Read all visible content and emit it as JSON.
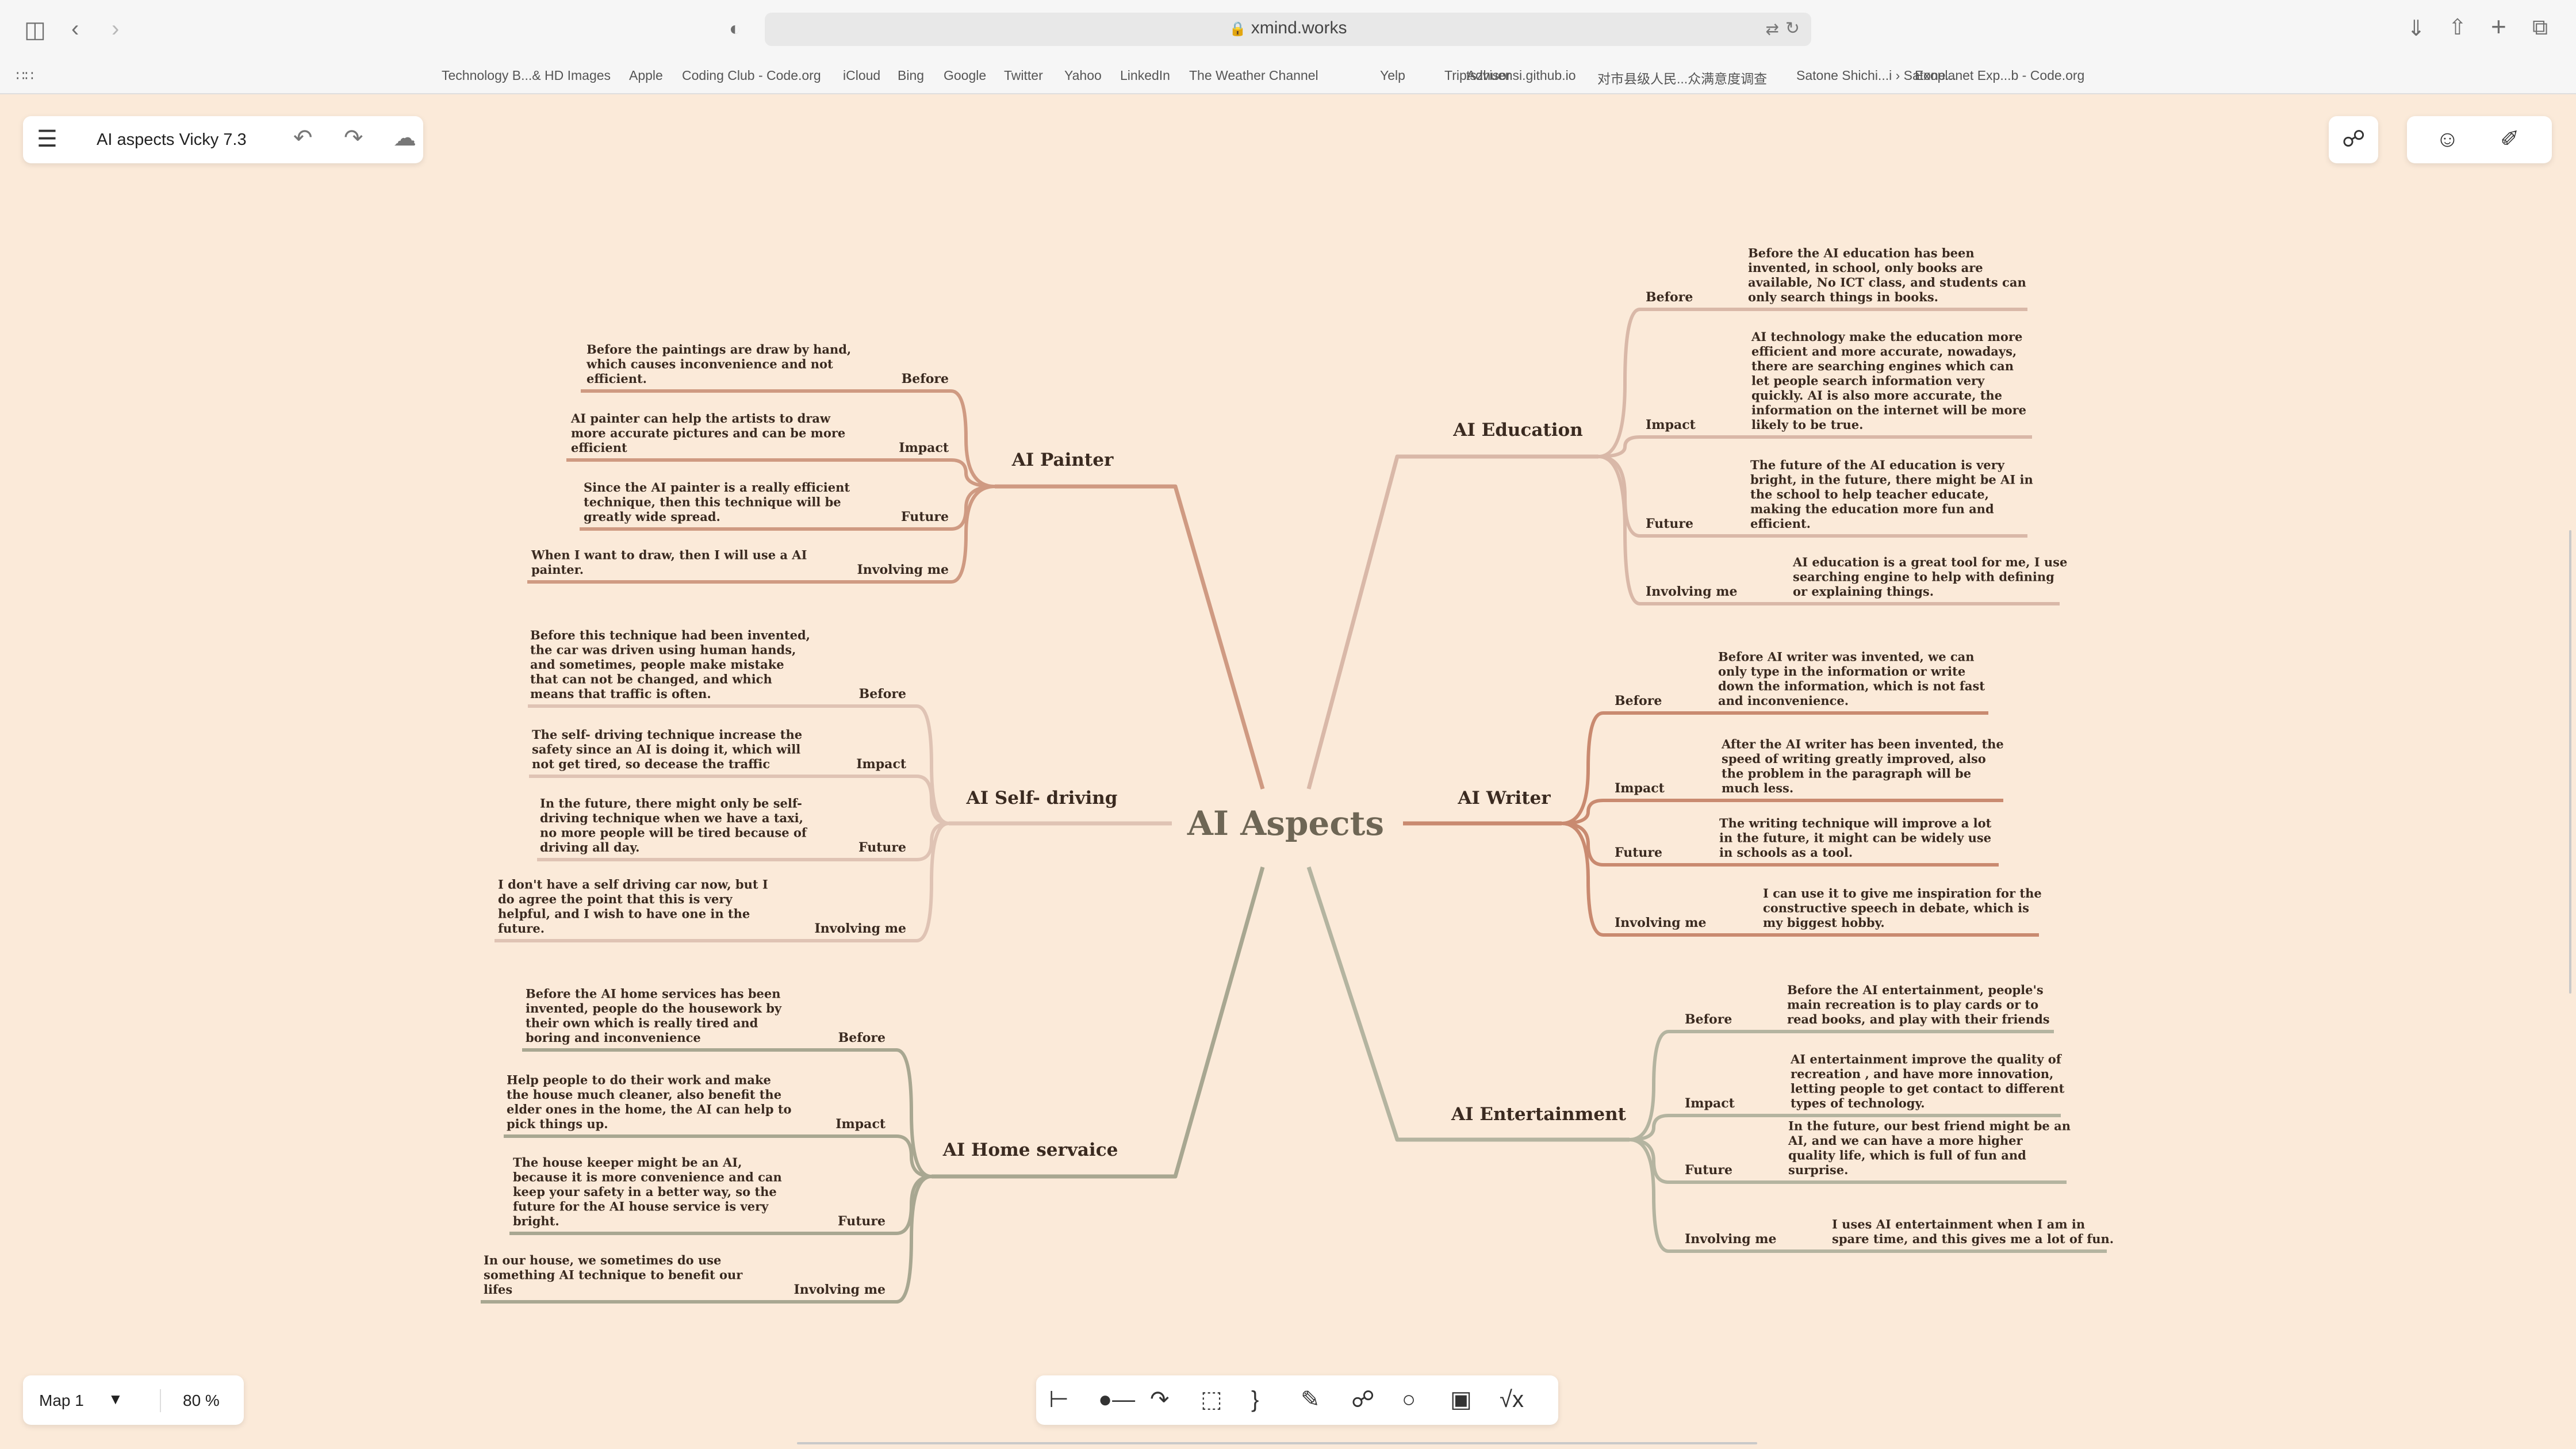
{
  "browser": {
    "url": "xmind.works",
    "bookmarks": [
      "Technology B...& HD Images",
      "Apple",
      "Coding Club - Code.org",
      "iCloud",
      "Bing",
      "Google",
      "Twitter",
      "Yahoo",
      "LinkedIn",
      "The Weather Channel",
      "Yelp",
      "TripAdvisor",
      "tszhuensi.github.io",
      "对市县级人民...众满意度调查",
      "Satone Shichi...i › Satone...",
      "Exoplanet Exp...b - Code.org"
    ]
  },
  "toolbar": {
    "file_name": "AI aspects Vicky 7.3"
  },
  "footer": {
    "map_name": "Map 1",
    "zoom": "80 %"
  },
  "colors": {
    "background": "#fbead9",
    "painter": "#cf9a82",
    "selfdriving": "#dfc3b4",
    "home": "#a8a791",
    "education": "#d9b8a8",
    "writer": "#c98a70",
    "entertainment": "#b4b4a0"
  },
  "map": {
    "central": "AI Aspects",
    "branches": [
      {
        "key": "painter",
        "title": "AI Painter",
        "children": [
          {
            "label": "Before",
            "note": [
              "Before the paintings are draw by hand,",
              "which causes inconvenience and not",
              "efficient."
            ]
          },
          {
            "label": "Impact",
            "note": [
              "AI painter can help the artists to draw",
              "more accurate pictures and can be more",
              "efficient"
            ]
          },
          {
            "label": "Future",
            "note": [
              "Since the AI painter is a really efficient",
              "technique, then this technique will be",
              "greatly wide spread."
            ]
          },
          {
            "label": "Involving me",
            "note": [
              "When I want to draw, then I will use a AI",
              "painter."
            ]
          }
        ]
      },
      {
        "key": "selfdriving",
        "title": "AI Self- driving",
        "children": [
          {
            "label": "Before",
            "note": [
              "Before this technique had been invented,",
              "the car was driven using human hands,",
              "and sometimes, people make mistake",
              "that can not be changed, and which",
              "means that traffic is often."
            ]
          },
          {
            "label": "Impact",
            "note": [
              "The self- driving technique increase the",
              "safety since an AI is doing it, which will",
              "not get tired, so decease the traffic"
            ]
          },
          {
            "label": "Future",
            "note": [
              "In the future, there might only be self-",
              "driving technique when we have a taxi,",
              "no more people will be tired because of",
              "driving all day."
            ]
          },
          {
            "label": "Involving me",
            "note": [
              "I don't have a self driving car now, but I",
              "do agree the point that this is very",
              "helpful, and I wish to have one in the",
              "future."
            ]
          }
        ]
      },
      {
        "key": "home",
        "title": "AI Home servaice",
        "children": [
          {
            "label": "Before",
            "note": [
              "Before the AI home services has been",
              "invented,  people do the housework by",
              "their own which is really tired and",
              "boring and inconvenience"
            ]
          },
          {
            "label": "Impact",
            "note": [
              "Help people to do their work and make",
              "the house much cleaner, also benefit the",
              "elder ones in the home, the AI can help to",
              "pick things up."
            ]
          },
          {
            "label": "Future",
            "note": [
              "The house keeper might be an AI,",
              "because it is more convenience and can",
              "keep your safety in a better way, so the",
              "future for the AI house service is very",
              "bright."
            ]
          },
          {
            "label": "Involving me",
            "note": [
              "In our house, we sometimes do use",
              "something AI technique to benefit our",
              "lifes"
            ]
          }
        ]
      },
      {
        "key": "education",
        "title": "AI Education",
        "children": [
          {
            "label": "Before",
            "note": [
              "Before the AI education has been",
              "invented, in school, only books are",
              "available, No ICT class, and students can",
              "only search things in books."
            ]
          },
          {
            "label": "Impact",
            "note": [
              "AI technology make the education more",
              "efficient and more accurate, nowadays,",
              "there are searching engines which can",
              "let people search information very",
              "quickly. AI is also more accurate, the",
              "information on the internet will be more",
              "likely to be true."
            ]
          },
          {
            "label": "Future",
            "note": [
              "The future of the AI education is very",
              "bright, in the future, there might be AI in",
              "the school to help teacher educate,",
              "making the education more fun and",
              "efficient."
            ]
          },
          {
            "label": "Involving me",
            "note": [
              "AI education is a great tool for me, I use",
              "searching engine to help with defining",
              "or explaining things."
            ]
          }
        ]
      },
      {
        "key": "writer",
        "title": "AI Writer",
        "children": [
          {
            "label": "Before",
            "note": [
              "Before AI writer was invented, we can",
              "only type in the information or write",
              "down the information, which is not fast",
              "and inconvenience."
            ]
          },
          {
            "label": "Impact",
            "note": [
              "After the AI writer has been invented, the",
              "speed of writing greatly improved, also",
              "the problem in the paragraph will be",
              "much less."
            ]
          },
          {
            "label": "Future",
            "note": [
              "The writing technique will improve a lot",
              "in the future, it might can be widely use",
              "in schools as a tool."
            ]
          },
          {
            "label": "Involving me",
            "note": [
              "I can use it to give me inspiration for the",
              "constructive speech in debate, which is",
              "my biggest hobby."
            ]
          }
        ]
      },
      {
        "key": "entertainment",
        "title": "AI Entertainment",
        "children": [
          {
            "label": "Before",
            "note": [
              "Before the AI entertainment, people's",
              "main recreation is to play cards or to",
              "read books, and play with their friends"
            ]
          },
          {
            "label": "Impact",
            "note": [
              "AI entertainment improve the quality of",
              "recreation , and have more innovation,",
              "letting people to get contact to different",
              "types of technology."
            ]
          },
          {
            "label": "Future",
            "note": [
              "In the future, our best friend might be an",
              "AI, and we can have a more higher",
              "quality life, which is full of fun and",
              "surprise."
            ]
          },
          {
            "label": "Involving me",
            "note": [
              "I uses AI entertainment when I am in",
              "spare time, and this gives me a lot of fun."
            ]
          }
        ]
      }
    ]
  }
}
